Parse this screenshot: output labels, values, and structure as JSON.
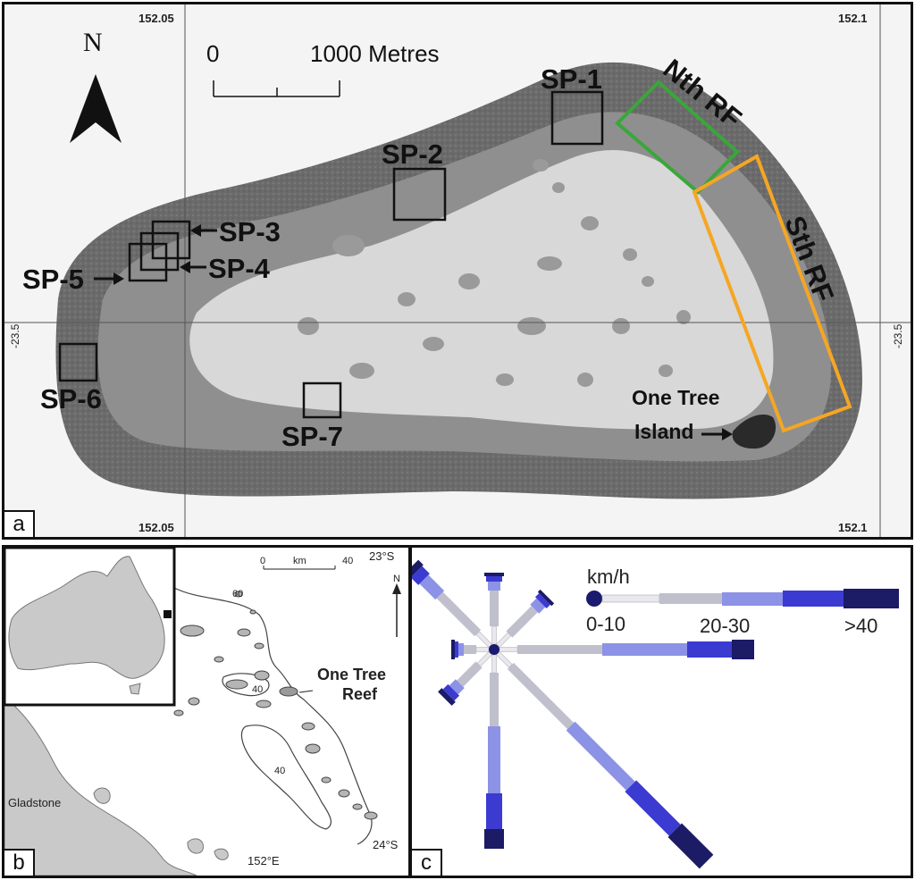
{
  "panel_a": {
    "label": "a",
    "north": "N",
    "scale": {
      "zero": "0",
      "length": "1000 Metres"
    },
    "coords": {
      "top_left": "152.05",
      "top_right": "152.1",
      "bottom_left": "152.05",
      "bottom_right": "152.1",
      "left": "-23.5",
      "right": "-23.5"
    },
    "sites": [
      "SP-1",
      "SP-2",
      "SP-3",
      "SP-4",
      "SP-5",
      "SP-6",
      "SP-7"
    ],
    "regions": {
      "north_reef_flat": "Nth RF",
      "south_reef_flat": "Sth RF"
    },
    "island_label_1": "One Tree",
    "island_label_2": "Island",
    "colors": {
      "north_rf": "#3aa63a",
      "south_rf": "#f5a623",
      "reef_dark": "#666666",
      "reef_mid": "#999999",
      "lagoon": "#d9d9d9"
    }
  },
  "panel_b": {
    "label": "b",
    "lat_top": "23°S",
    "lat_bottom": "24°S",
    "lon": "152°E",
    "scale": {
      "zero": "0",
      "unit": "km",
      "max": "40"
    },
    "north": "N",
    "depth_labels": [
      "60",
      "40",
      "40"
    ],
    "reef_label_1": "One Tree",
    "reef_label_2": "Reef",
    "city": "Gladstone"
  },
  "panel_c": {
    "label": "c",
    "legend_unit": "km/h",
    "legend_classes": [
      "0-10",
      "20-30",
      ">40"
    ],
    "colors": [
      "#1a1a6e",
      "#bfc0cc",
      "#8c92e6",
      "#3b3bd1",
      "#1b1b66"
    ]
  }
}
